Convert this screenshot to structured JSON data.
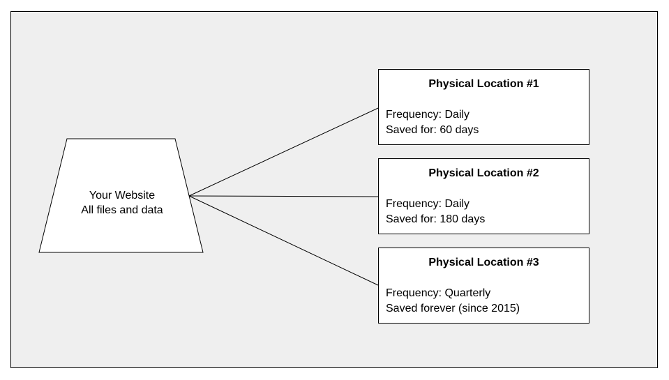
{
  "website": {
    "line1": "Your Website",
    "line2": "All files and data"
  },
  "locations": [
    {
      "title": "Physical Location #1",
      "frequency": "Frequency: Daily",
      "retention": "Saved for: 60 days"
    },
    {
      "title": "Physical Location #2",
      "frequency": "Frequency: Daily",
      "retention": "Saved for: 180 days"
    },
    {
      "title": "Physical Location #3",
      "frequency": "Frequency: Quarterly",
      "retention": "Saved forever (since 2015)"
    }
  ],
  "colors": {
    "background": "#efefef",
    "shape_fill": "#ffffff",
    "stroke": "#000000"
  }
}
